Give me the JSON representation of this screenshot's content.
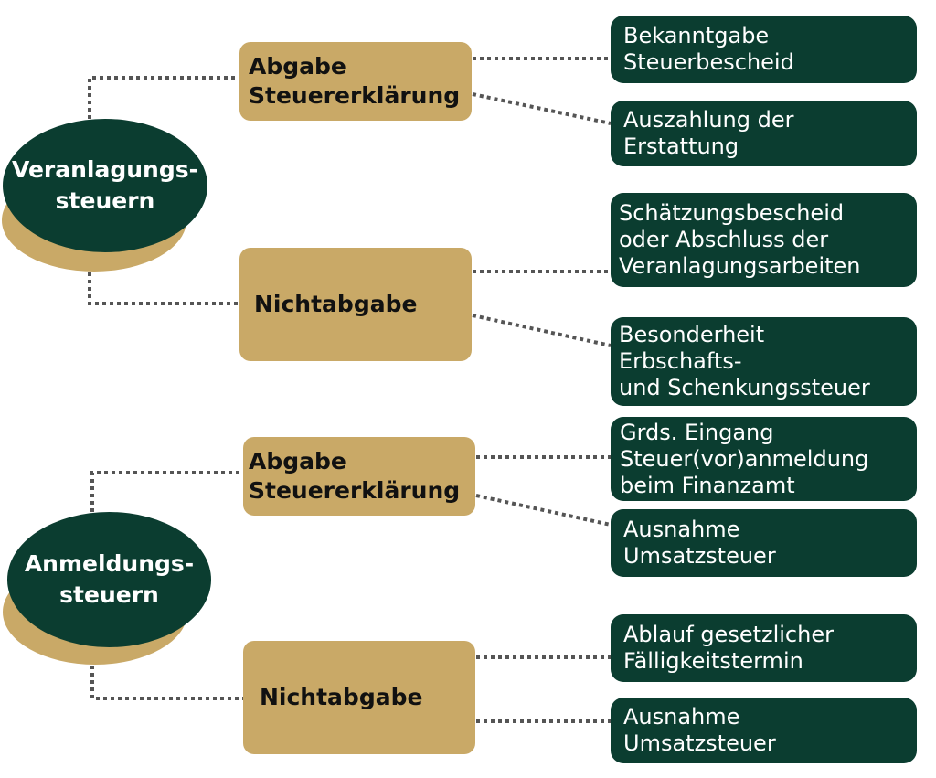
{
  "colors": {
    "dark_green": "#0b3d30",
    "gold": "#c9a967",
    "connector": "#555555",
    "background": "#ffffff"
  },
  "groups": [
    {
      "category_lines": [
        "Veranlagungs-",
        "steuern"
      ],
      "branches": [
        {
          "label_lines": [
            "Abgabe",
            "Steuererklärung"
          ],
          "outcomes": [
            [
              "Bekanntgabe",
              "Steuerbescheid"
            ],
            [
              "Auszahlung der",
              "Erstattung"
            ]
          ]
        },
        {
          "label_lines": [
            "Nichtabgabe"
          ],
          "outcomes": [
            [
              "Schätzungsbescheid",
              "oder Abschluss der",
              "Veranlagungsarbeiten"
            ],
            [
              "Besonderheit",
              "Erbschafts-",
              "und Schenkungssteuer"
            ]
          ]
        }
      ]
    },
    {
      "category_lines": [
        "Anmeldungs-",
        "steuern"
      ],
      "branches": [
        {
          "label_lines": [
            "Abgabe",
            "Steuererklärung"
          ],
          "outcomes": [
            [
              "Grds. Eingang",
              "Steuer(vor)anmeldung",
              "beim Finanzamt"
            ],
            [
              "Ausnahme",
              "Umsatzsteuer"
            ]
          ]
        },
        {
          "label_lines": [
            "Nichtabgabe"
          ],
          "outcomes": [
            [
              "Ablauf gesetzlicher",
              "Fälligkeitstermin"
            ],
            [
              "Ausnahme",
              "Umsatzsteuer"
            ]
          ]
        }
      ]
    }
  ]
}
